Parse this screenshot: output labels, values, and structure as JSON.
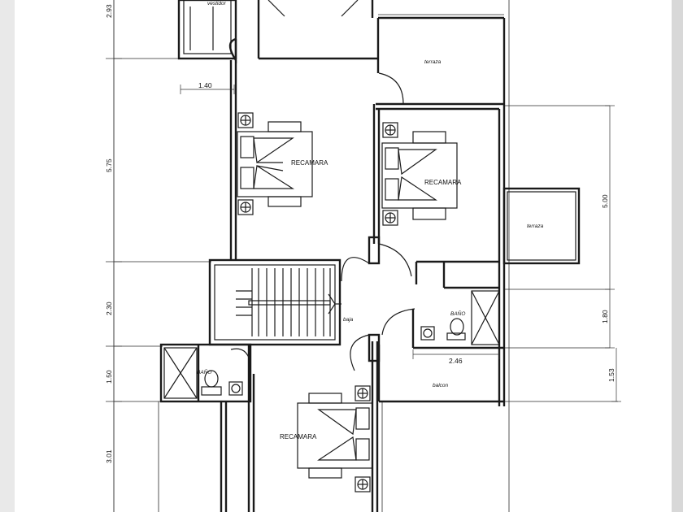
{
  "rooms": {
    "vestidor": "vestidor",
    "terraza_top": "terraza",
    "recamara_1": "RECAMARA",
    "recamara_2": "RECAMARA",
    "terraza_right": "terraza",
    "baja": "baja",
    "bano_right": "BAÑO",
    "bano_left": "BAÑO",
    "balcon": "balcon",
    "recamara_3": "RECAMARA"
  },
  "dimensions": {
    "top_left": "2.93",
    "left_1": "5.75",
    "left_2": "2.30",
    "left_3": "1.50",
    "left_4": "3.01",
    "horiz_1": "1.40",
    "horiz_2": "2.46",
    "right_1": "5.00",
    "right_2": "1.80",
    "right_3": "1.53"
  }
}
